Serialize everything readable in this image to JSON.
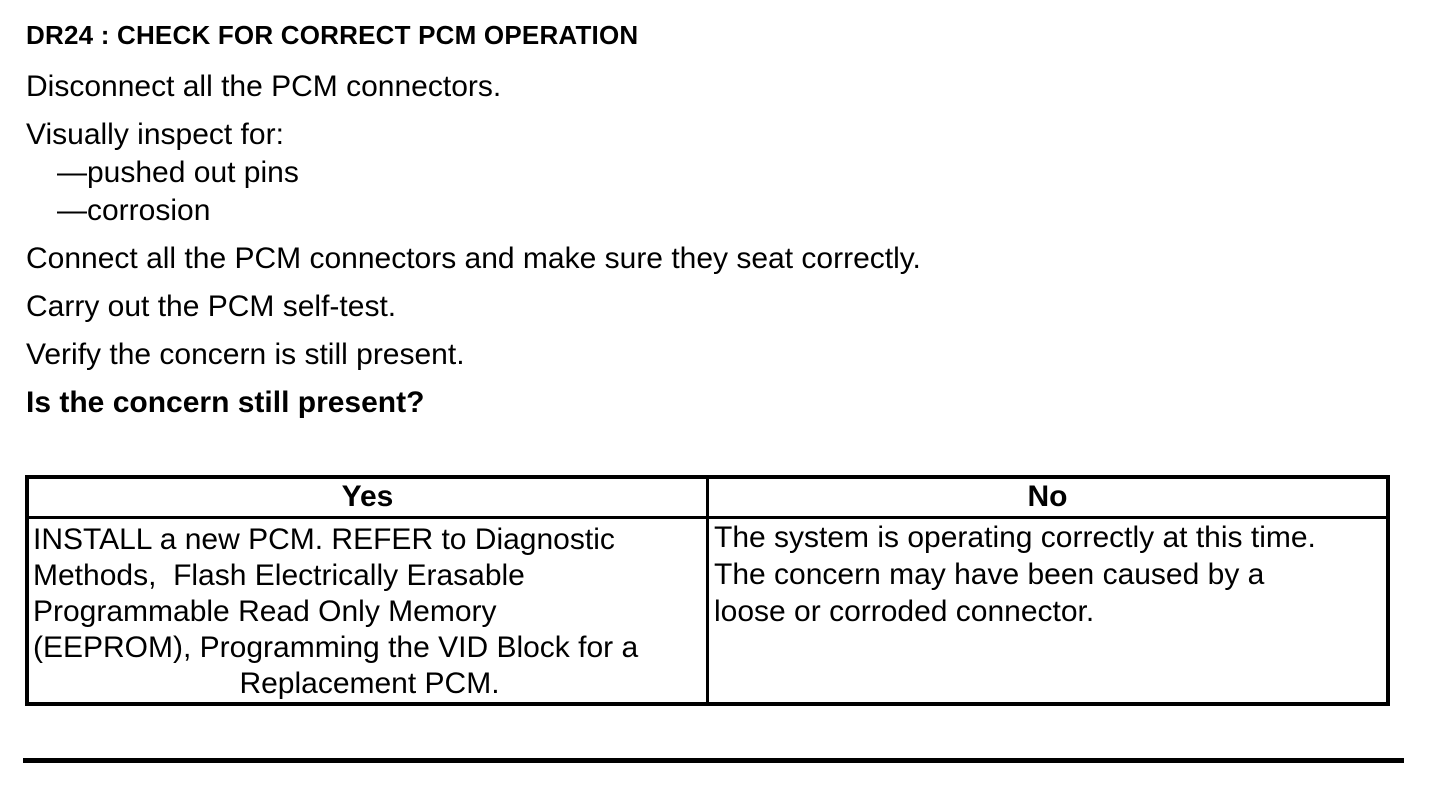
{
  "document": {
    "title": "DR24 : CHECK FOR CORRECT PCM OPERATION",
    "instructions": {
      "disconnect": "Disconnect all the PCM connectors.",
      "inspect": "Visually inspect for:",
      "connect": "Connect all the PCM connectors and make sure they seat correctly.",
      "self_test": "Carry out the PCM self-test.",
      "verify": "Verify the concern is still present."
    },
    "inspection_items": [
      "—pushed out pins",
      "—corrosion"
    ],
    "question": "Is the concern still present?"
  },
  "decision_table": {
    "columns": [
      {
        "header": "Yes",
        "lines": [
          "INSTALL a new PCM. REFER to Diagnostic",
          "Methods,  Flash Electrically Erasable",
          "Programmable Read Only Memory",
          "(EEPROM), Programming the VID Block for a",
          "Replacement PCM."
        ]
      },
      {
        "header": "No",
        "lines": [
          "The system is operating correctly at this time.",
          "The concern may have been caused by a",
          "loose or corroded connector."
        ]
      }
    ]
  },
  "colors": {
    "text": "#000000",
    "background": "#ffffff",
    "border": "#000000"
  }
}
